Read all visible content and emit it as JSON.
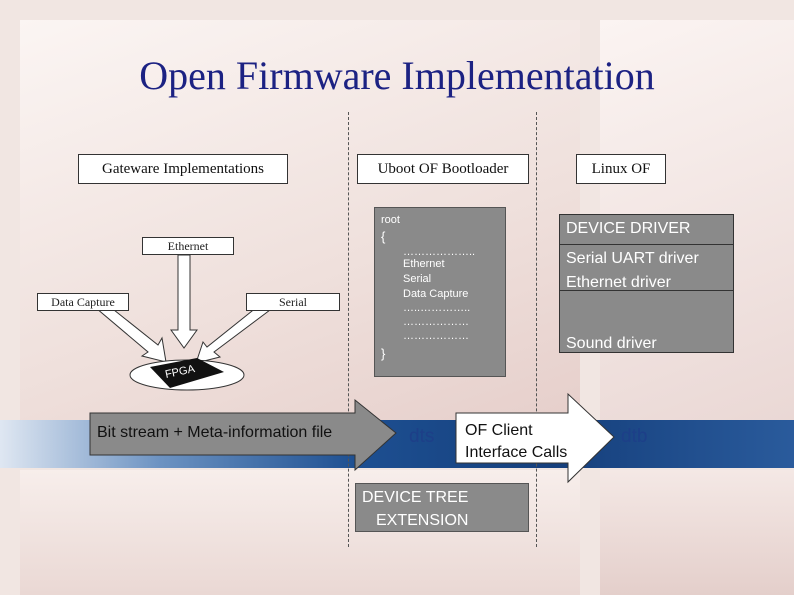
{
  "title": "Open Firmware Implementation",
  "headers": {
    "gateware": "Gateware Implementations",
    "uboot": "Uboot OF Bootloader",
    "linux": "Linux  OF"
  },
  "gateware_labels": {
    "ethernet": "Ethernet",
    "data_capture": "Data Capture",
    "serial": "Serial",
    "fpga": "FPGA"
  },
  "root_box": {
    "root": "root",
    "open_brace": "{",
    "line1": "………………..",
    "line2": "Ethernet",
    "line3": "Serial",
    "line4": "Data Capture",
    "line5": "…..…………..",
    "line6": "………………",
    "line7": "………………",
    "close_brace": "}"
  },
  "linux_box": {
    "device_driver": "DEVICE DRIVER",
    "serial_uart": "Serial UART driver",
    "ethernet_driver": "Ethernet driver",
    "sound_driver": "Sound driver"
  },
  "arrows": {
    "bitstream": "Bit stream + Meta-information file",
    "of_client_line1": "OF Client",
    "of_client_line2": "Interface Calls"
  },
  "labels": {
    "dts": "dts",
    "dtb": "dtb"
  },
  "device_tree": {
    "line1": "DEVICE   TREE",
    "line2": "EXTENSION"
  },
  "colors": {
    "title": "#1c2283",
    "box_gray": "#8a8a8a",
    "band_blue": "#1d4f91",
    "label_blue": "#1d3f88"
  }
}
